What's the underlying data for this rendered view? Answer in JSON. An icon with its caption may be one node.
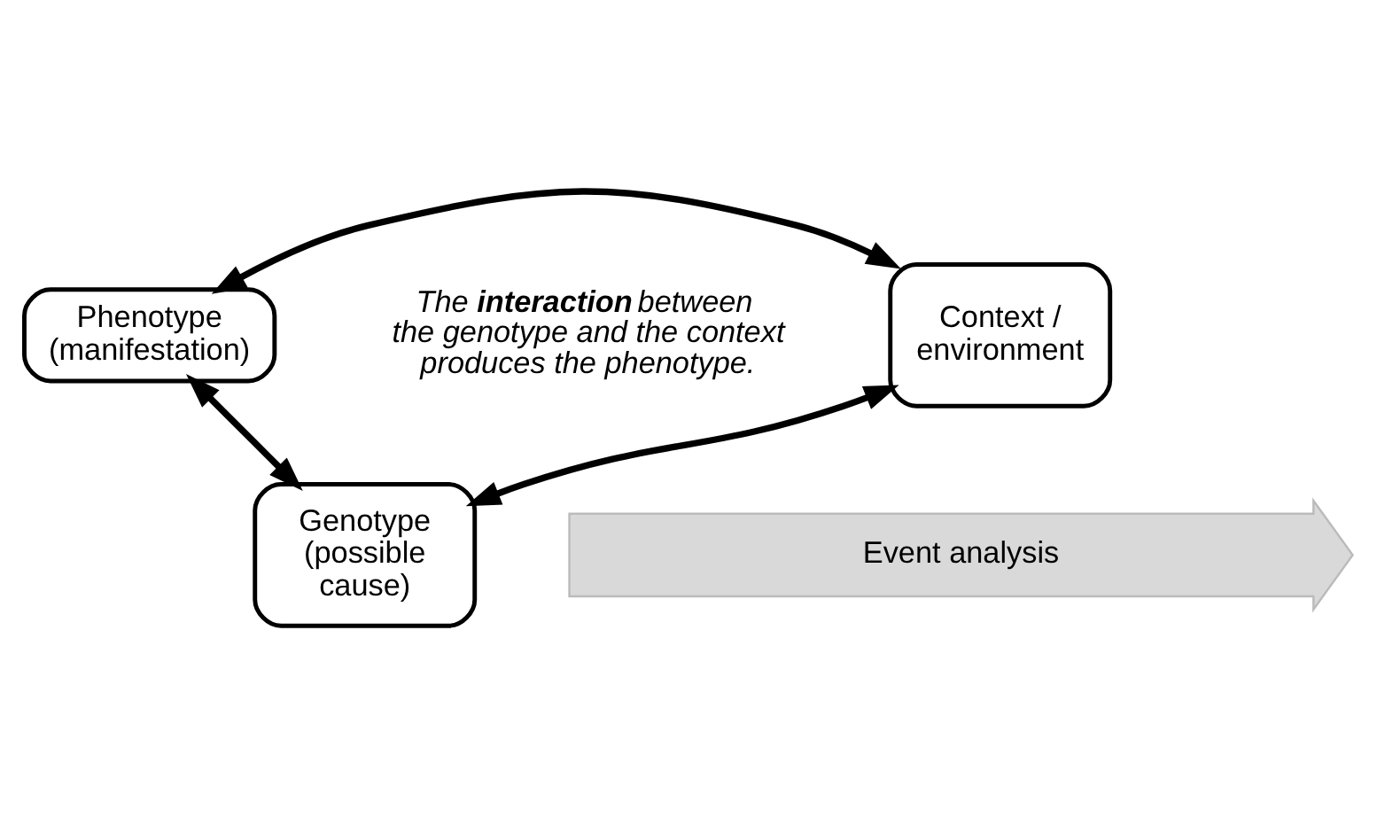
{
  "diagram": {
    "nodes": [
      {
        "text": [
          "Phenotype (manifestation)"
        ]
      },
      {
        "text": [
          "Genotype (possible cause)"
        ]
      },
      {
        "text": [
          "Context / environment"
        ]
      },
      {
        "text": [
          "Event analysis"
        ]
      }
    ],
    "edges": [
      {
        "from": 0,
        "to": 1,
        "arrow": "both"
      },
      {
        "from": 0,
        "to": 2,
        "arrow": "both"
      },
      {
        "from": 1,
        "to": 2,
        "arrow": "both"
      }
    ],
    "labels": [
      "The **interaction** between the genotype and the context produces the phenotype."
    ]
  }
}
